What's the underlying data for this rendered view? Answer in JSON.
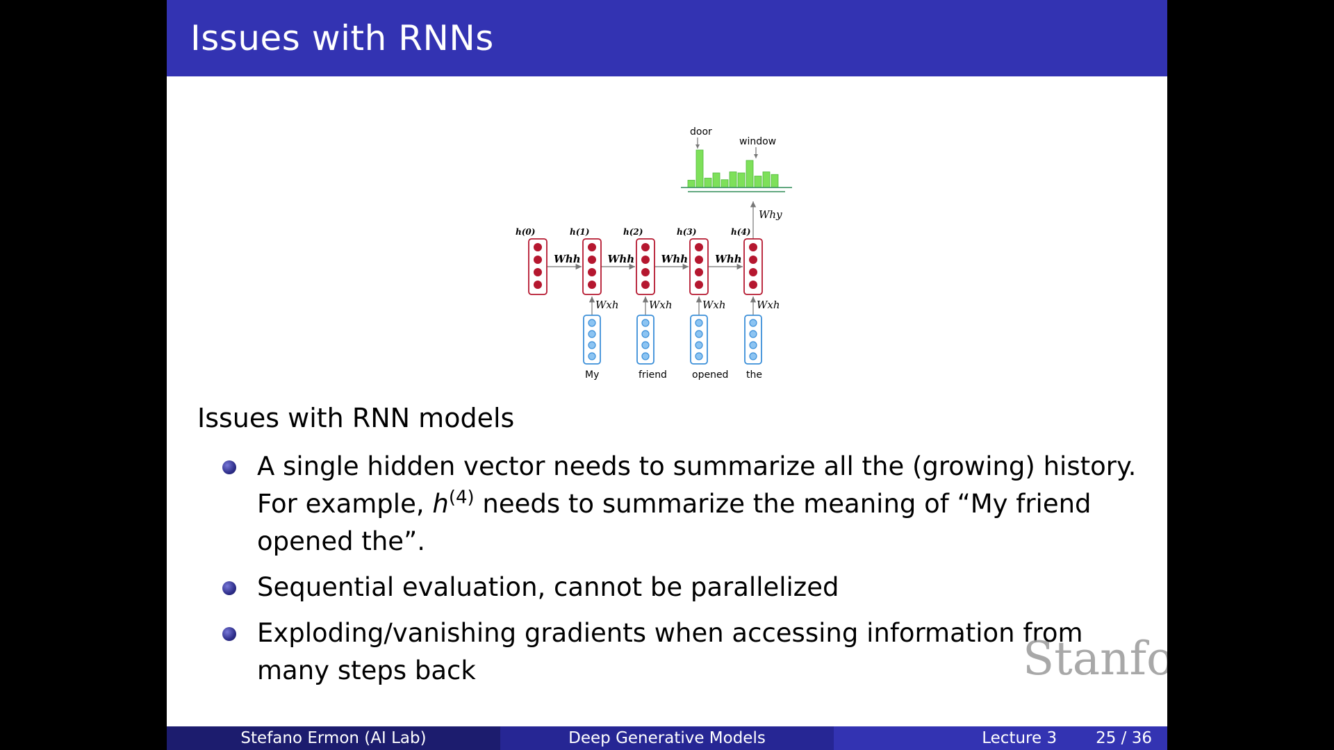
{
  "slide": {
    "title": "Issues with RNNs",
    "section_heading": "Issues with RNN models",
    "bullets": [
      {
        "pre": "A single hidden vector needs to summarize all the (growing) history. For example, ",
        "math_base": "h",
        "math_sup": "(4)",
        "post": " needs to summarize the meaning of “My friend opened the”."
      },
      {
        "text": "Sequential evaluation, cannot be parallelized"
      },
      {
        "text": "Exploding/vanishing gradients when accessing information from many steps back"
      }
    ],
    "watermark": "Stanford"
  },
  "diagram": {
    "hidden_labels": [
      "h(0)",
      "h(1)",
      "h(2)",
      "h(3)",
      "h(4)"
    ],
    "words": [
      "My",
      "friend",
      "opened",
      "the"
    ],
    "w_hh_label": "Whh",
    "w_xh_label": "Wxh",
    "w_hy_label": "Why",
    "output_labels": [
      "door",
      "window"
    ],
    "colors": {
      "hidden": "#b5172f",
      "input": "#3a8ed8",
      "hist": "#7ee05a",
      "axis": "#2e8b57"
    },
    "histogram": [
      0.14,
      0.72,
      0.18,
      0.28,
      0.15,
      0.3,
      0.28,
      0.52,
      0.22,
      0.3,
      0.25
    ]
  },
  "footer": {
    "author": "Stefano Ermon  (AI Lab)",
    "course": "Deep Generative Models",
    "lecture": "Lecture 3",
    "page": "25 / 36"
  }
}
